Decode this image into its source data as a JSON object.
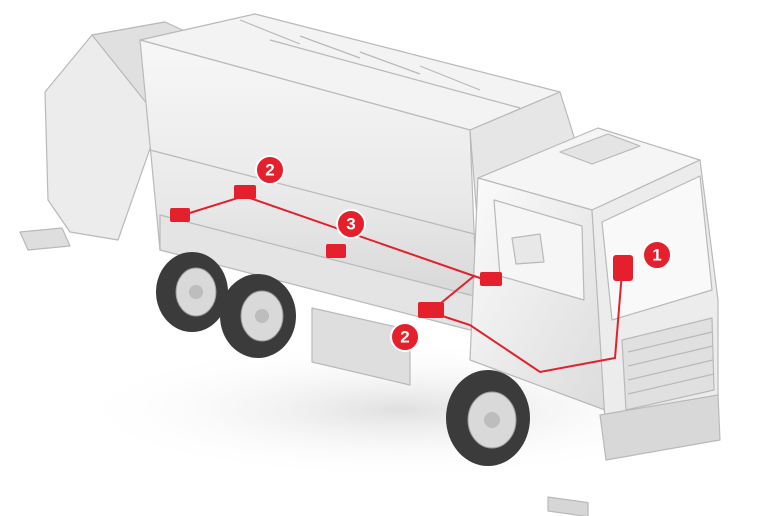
{
  "colors": {
    "accent": "#e3202c",
    "body_light": "#f4f4f4",
    "body_mid": "#e2e2e2",
    "body_shadow": "#c9c9c9",
    "outline": "#b9b9b9",
    "tyre": "#3b3b3b",
    "rim": "#d9d9d9"
  },
  "callouts": [
    {
      "id": "c1",
      "label": "1"
    },
    {
      "id": "c2a",
      "label": "2"
    },
    {
      "id": "c2b",
      "label": "2"
    },
    {
      "id": "c3",
      "label": "3"
    }
  ]
}
